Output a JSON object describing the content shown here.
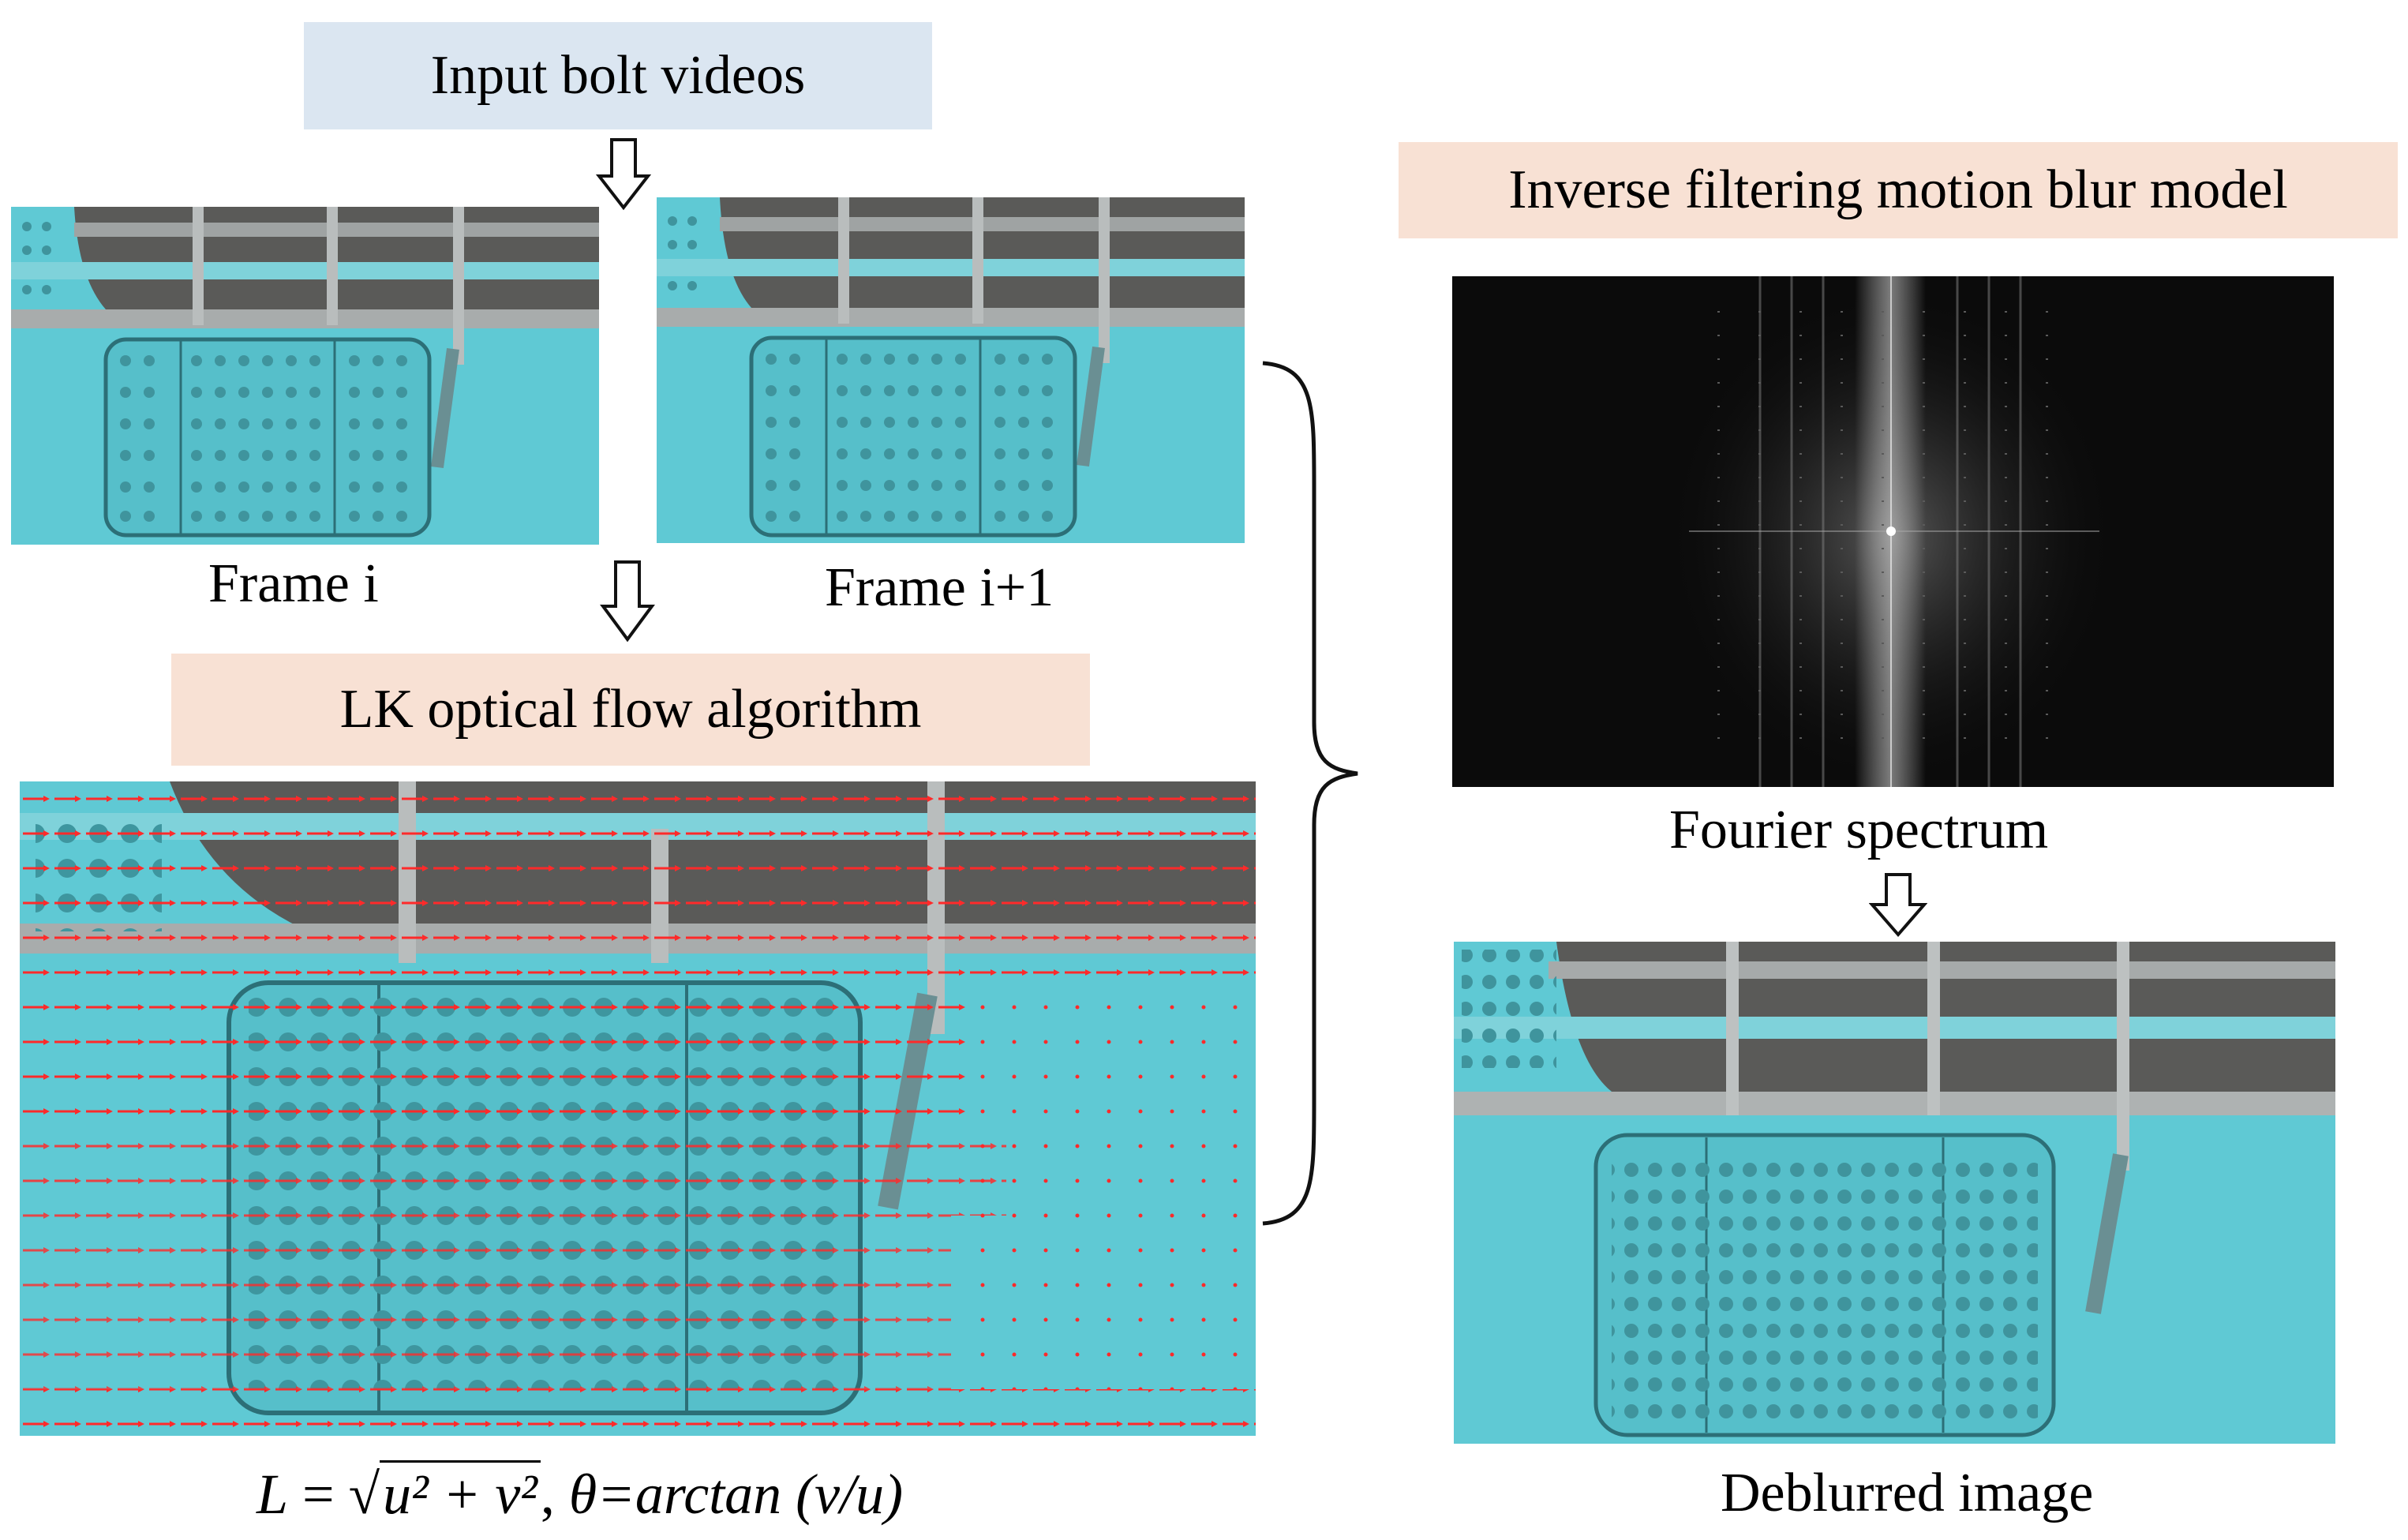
{
  "boxes": {
    "input": "Input bolt videos",
    "lk": "LK optical flow algorithm",
    "inverse": "Inverse filtering motion blur model"
  },
  "labels": {
    "frame_i": "Frame i",
    "frame_i1": "Frame i+1",
    "fourier": "Fourier spectrum",
    "deblurred": "Deblurred image"
  },
  "formula": {
    "L": "L",
    "eq": " = ",
    "sqrt_body": "u² + v²",
    "comma": ", ",
    "theta": "θ=arctan (v/u)"
  },
  "colors": {
    "input_box": "#dbe6f1",
    "orange_box": "#f8e1d4",
    "steel_cyan": "#5fc9d4",
    "flow_arrow": "#ff2a2a",
    "spectrum_bg": "#0b0b0b"
  }
}
